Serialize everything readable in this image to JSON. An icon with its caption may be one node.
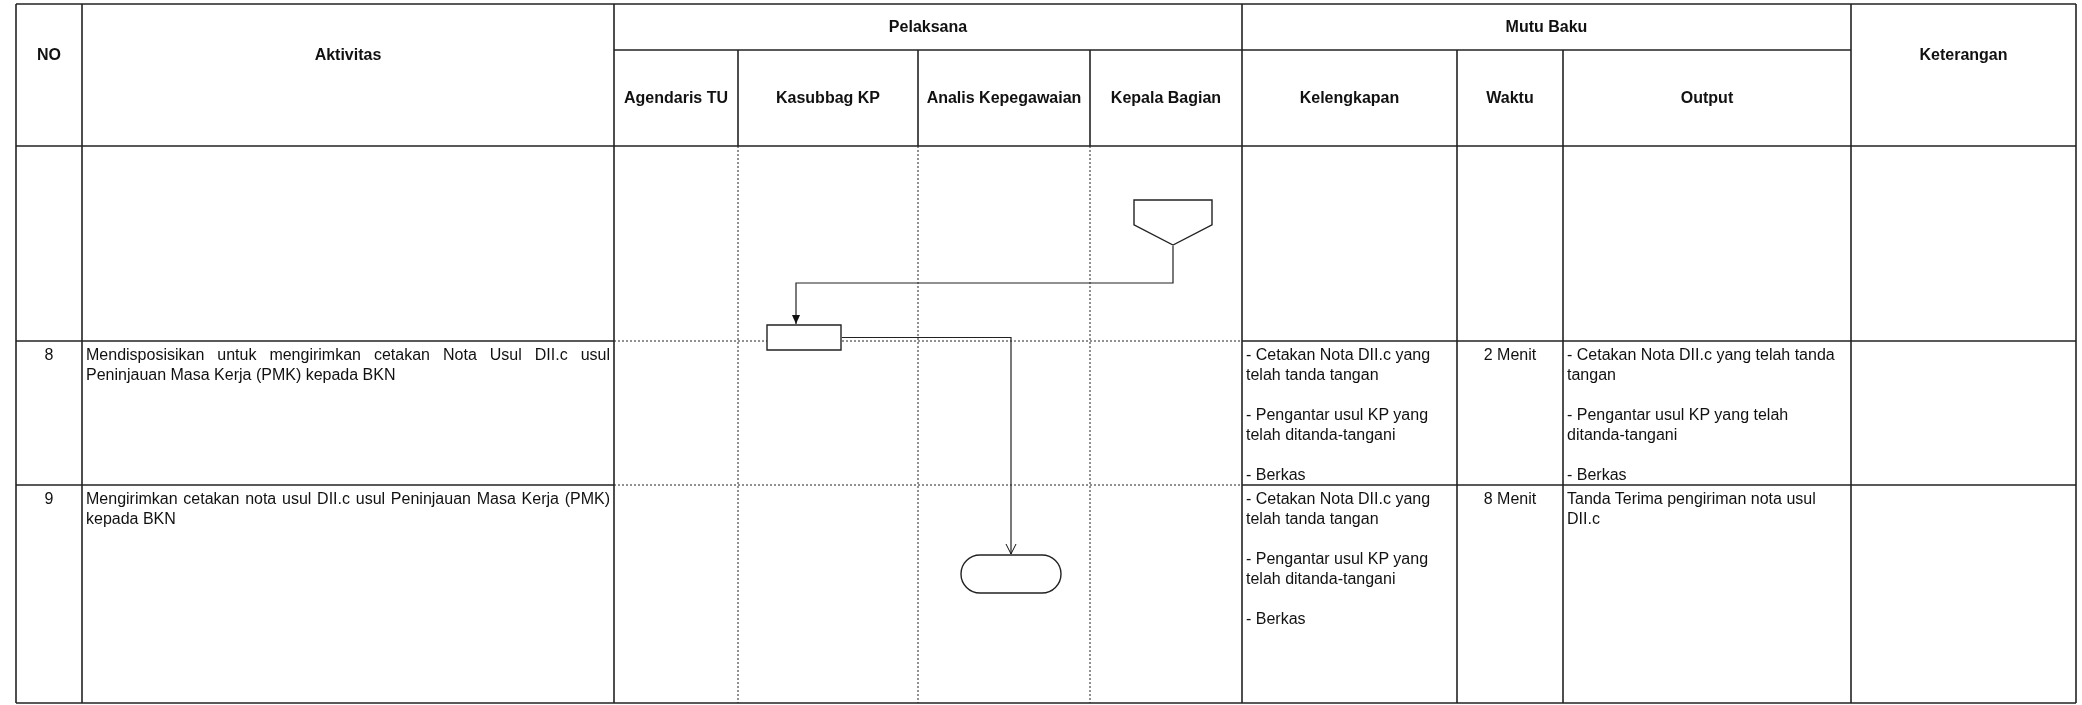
{
  "diagram": {
    "nodes": [
      {
        "text": [],
        "shape": "pentagon"
      },
      {
        "text": [],
        "shape": "box"
      },
      {
        "text": [],
        "shape": "terminator"
      }
    ],
    "edges": [
      {
        "from": 0,
        "to": 1,
        "arrow": "to"
      },
      {
        "from": 1,
        "to": 2,
        "arrow": "to"
      }
    ],
    "labels": [
      "Pelaksana",
      "Mutu Baku",
      "NO",
      "Aktivitas",
      "Keterangan",
      "Agendaris TU",
      "Kasubbag KP",
      "Analis Kepegawaian",
      "Kepala Bagian",
      "Kelengkapan",
      "Waktu",
      "Output",
      "8",
      "Mendisposisikan untuk mengirimkan cetakan Nota Usul DII.c usul Peninjauan Masa Kerja (PMK) kepada BKN",
      "- Cetakan Nota DII.c yang telah tanda tangan",
      "- Pengantar usul KP yang telah ditanda-tangani",
      "- Berkas",
      "2 Menit",
      "- Cetakan Nota DII.c yang telah tanda tangan",
      "- Pengantar usul KP yang telah ditanda-tangani",
      "- Berkas",
      "9",
      "Mengirimkan cetakan nota usul DII.c usul Peninjauan Masa Kerja (PMK) kepada BKN",
      "- Cetakan Nota DII.c yang telah tanda tangan",
      "- Pengantar usul KP yang telah ditanda-tangani",
      "- Berkas",
      "8 Menit",
      "Tanda Terima pengiriman nota usul DII.c"
    ]
  }
}
